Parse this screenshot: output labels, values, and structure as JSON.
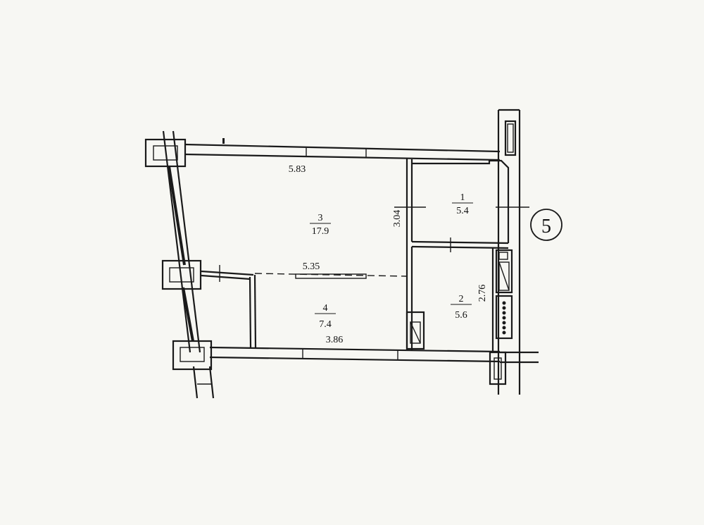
{
  "rooms": [
    {
      "number": "1",
      "area": "5.4"
    },
    {
      "number": "2",
      "area": "5.6"
    },
    {
      "number": "3",
      "area": "17.9"
    },
    {
      "number": "4",
      "area": "7.4"
    }
  ],
  "dimensions": {
    "top": "5.83",
    "middle": "5.35",
    "bottom": "3.86",
    "room1_height": "3.04",
    "room2_height": "2.76"
  },
  "axis_marker": "5"
}
